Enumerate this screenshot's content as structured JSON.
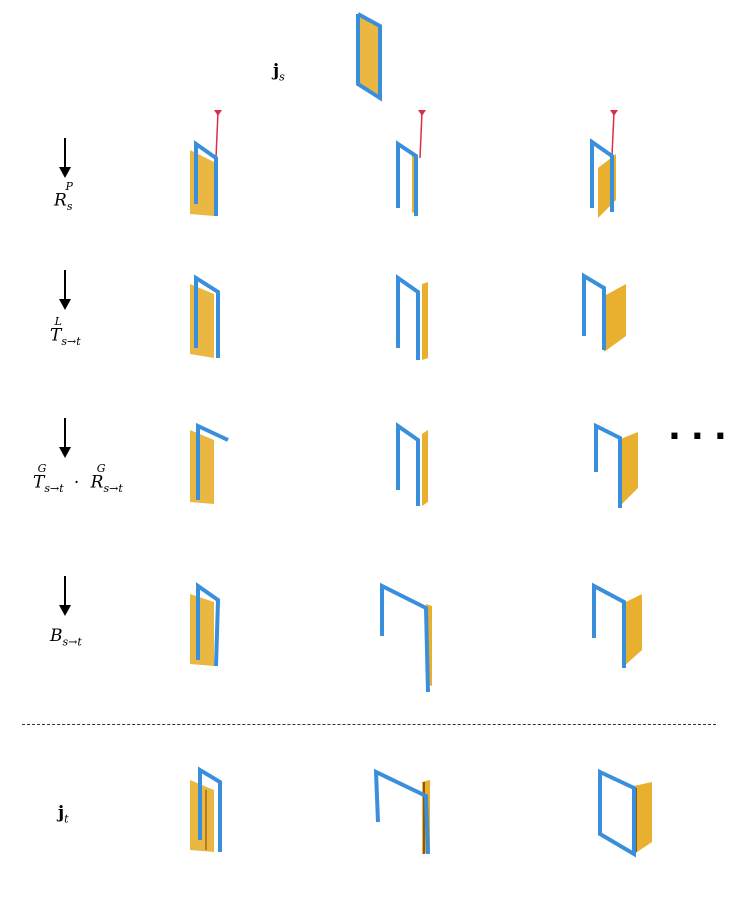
{
  "labels": {
    "js": {
      "base": "j",
      "sub": "s"
    },
    "rsp": {
      "base": "R",
      "sub": "s",
      "sup": "P"
    },
    "tl": {
      "base": "T",
      "sub": "s→t",
      "sup": "L"
    },
    "tg_base": "T",
    "tg_sub": "s→t",
    "tg_sup": "G",
    "tg_dot": "·",
    "rg_base": "R",
    "rg_sub": "s→t",
    "rg_sup": "G",
    "b": {
      "base": "B",
      "sub": "s→t"
    },
    "jt": {
      "base": "j",
      "sub": "t"
    }
  },
  "colors": {
    "frame": "#3a8fdc",
    "door": "#e8b02e",
    "door_dark": "#8a5a14",
    "axis": "#d8304a"
  }
}
